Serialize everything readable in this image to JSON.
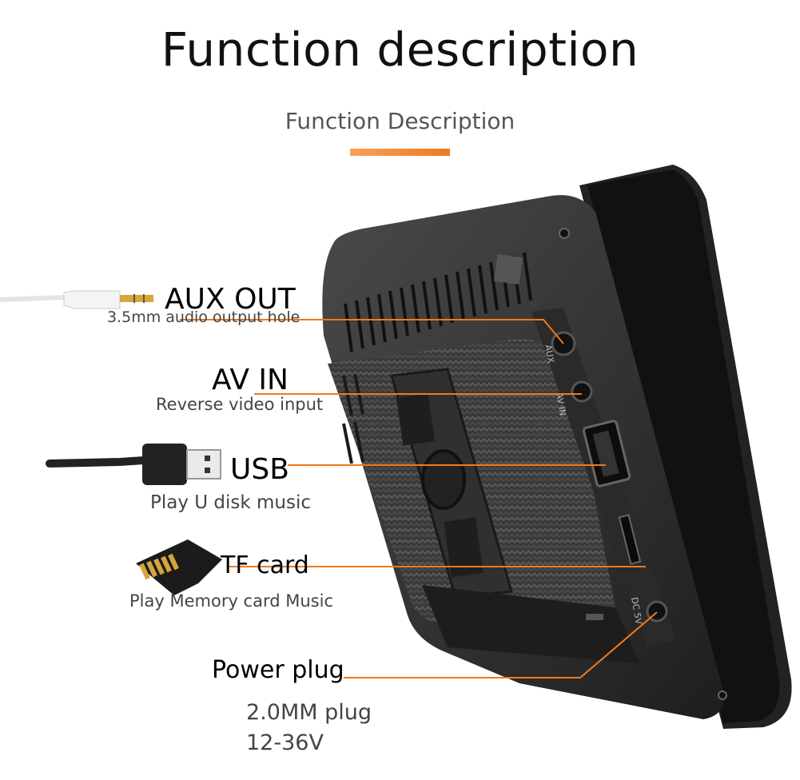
{
  "header": {
    "title": "Function description",
    "subtitle": "Function Description"
  },
  "colors": {
    "accent": "#f07a1c",
    "device_body": "#2b2b2b"
  },
  "device": {
    "port_labels": {
      "aux": "AUX",
      "av_in": "AV IN",
      "dc": "DC 5V"
    }
  },
  "callouts": [
    {
      "id": "aux-out",
      "label": "AUX OUT",
      "description": "3.5mm audio output hole"
    },
    {
      "id": "av-in",
      "label": "AV IN",
      "description": "Reverse video input"
    },
    {
      "id": "usb",
      "label": "USB",
      "description": "Play U disk music"
    },
    {
      "id": "tf-card",
      "label": "TF card",
      "description": "Play Memory card Music"
    },
    {
      "id": "power-plug",
      "label": "Power plug",
      "description_lines": [
        "2.0MM plug",
        "12-36V"
      ]
    }
  ]
}
